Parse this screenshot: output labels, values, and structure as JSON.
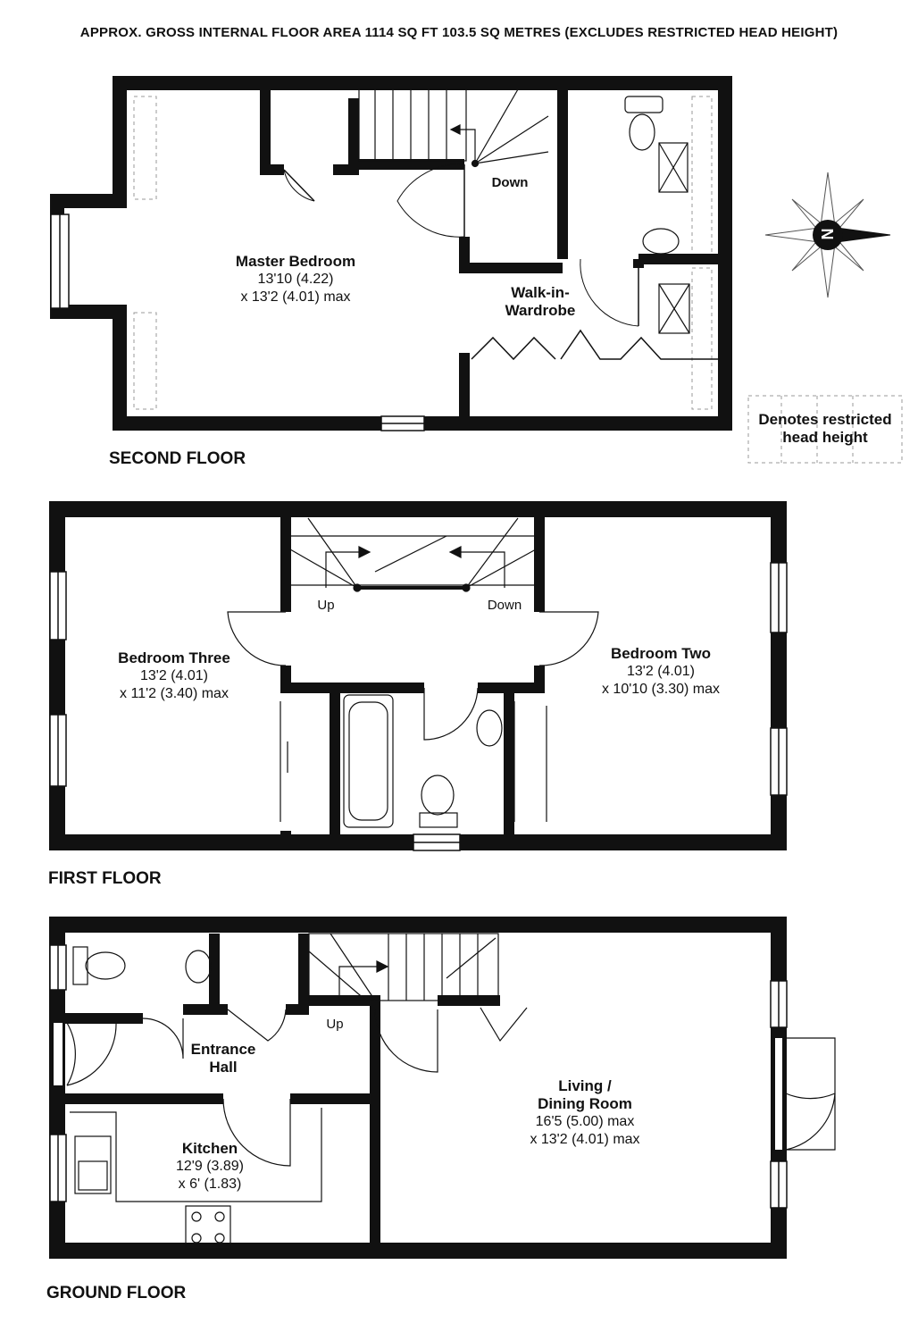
{
  "header": "APPROX. GROSS INTERNAL FLOOR AREA 1114 SQ FT 103.5 SQ METRES (EXCLUDES RESTRICTED HEAD HEIGHT)",
  "legend": {
    "line1": "Denotes restricted",
    "line2": "head height"
  },
  "compass": {
    "label": "N"
  },
  "floors": {
    "second": {
      "title": "SECOND FLOOR",
      "master_bedroom": {
        "name": "Master Bedroom",
        "dim1": "13'10 (4.22)",
        "dim2": "x 13'2 (4.01) max"
      },
      "walk_in": {
        "line1": "Walk-in-",
        "line2": "Wardrobe"
      },
      "stairs_label": "Down"
    },
    "first": {
      "title": "FIRST FLOOR",
      "bedroom_three": {
        "name": "Bedroom Three",
        "dim1": "13'2 (4.01)",
        "dim2": "x 11'2 (3.40) max"
      },
      "bedroom_two": {
        "name": "Bedroom Two",
        "dim1": "13'2 (4.01)",
        "dim2": "x 10'10 (3.30) max"
      },
      "stairs_up": "Up",
      "stairs_down": "Down"
    },
    "ground": {
      "title": "GROUND FLOOR",
      "entrance": {
        "line1": "Entrance",
        "line2": "Hall"
      },
      "kitchen": {
        "name": "Kitchen",
        "dim1": "12'9 (3.89)",
        "dim2": "x 6' (1.83)"
      },
      "living": {
        "line1": "Living /",
        "line2": "Dining Room",
        "dim1": "16'5 (5.00) max",
        "dim2": "x 13'2 (4.01) max"
      },
      "stairs_up": "Up"
    }
  }
}
